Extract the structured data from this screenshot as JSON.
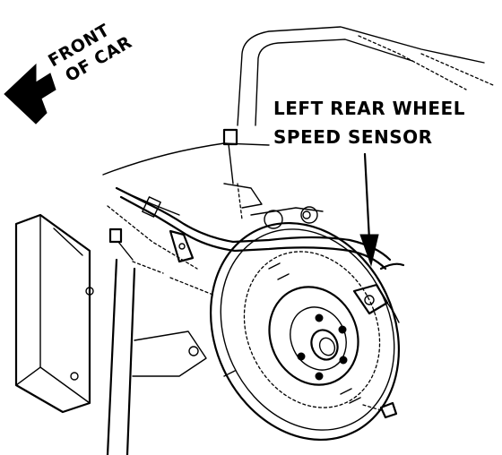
{
  "orientation": {
    "line1": "FRONT",
    "line2": "OF CAR",
    "arrow_icon": "arrow-left-icon"
  },
  "callout": {
    "line1": "LEFT REAR WHEEL",
    "line2": "SPEED SENSOR"
  },
  "colors": {
    "ink": "#000000",
    "paper": "#ffffff"
  }
}
